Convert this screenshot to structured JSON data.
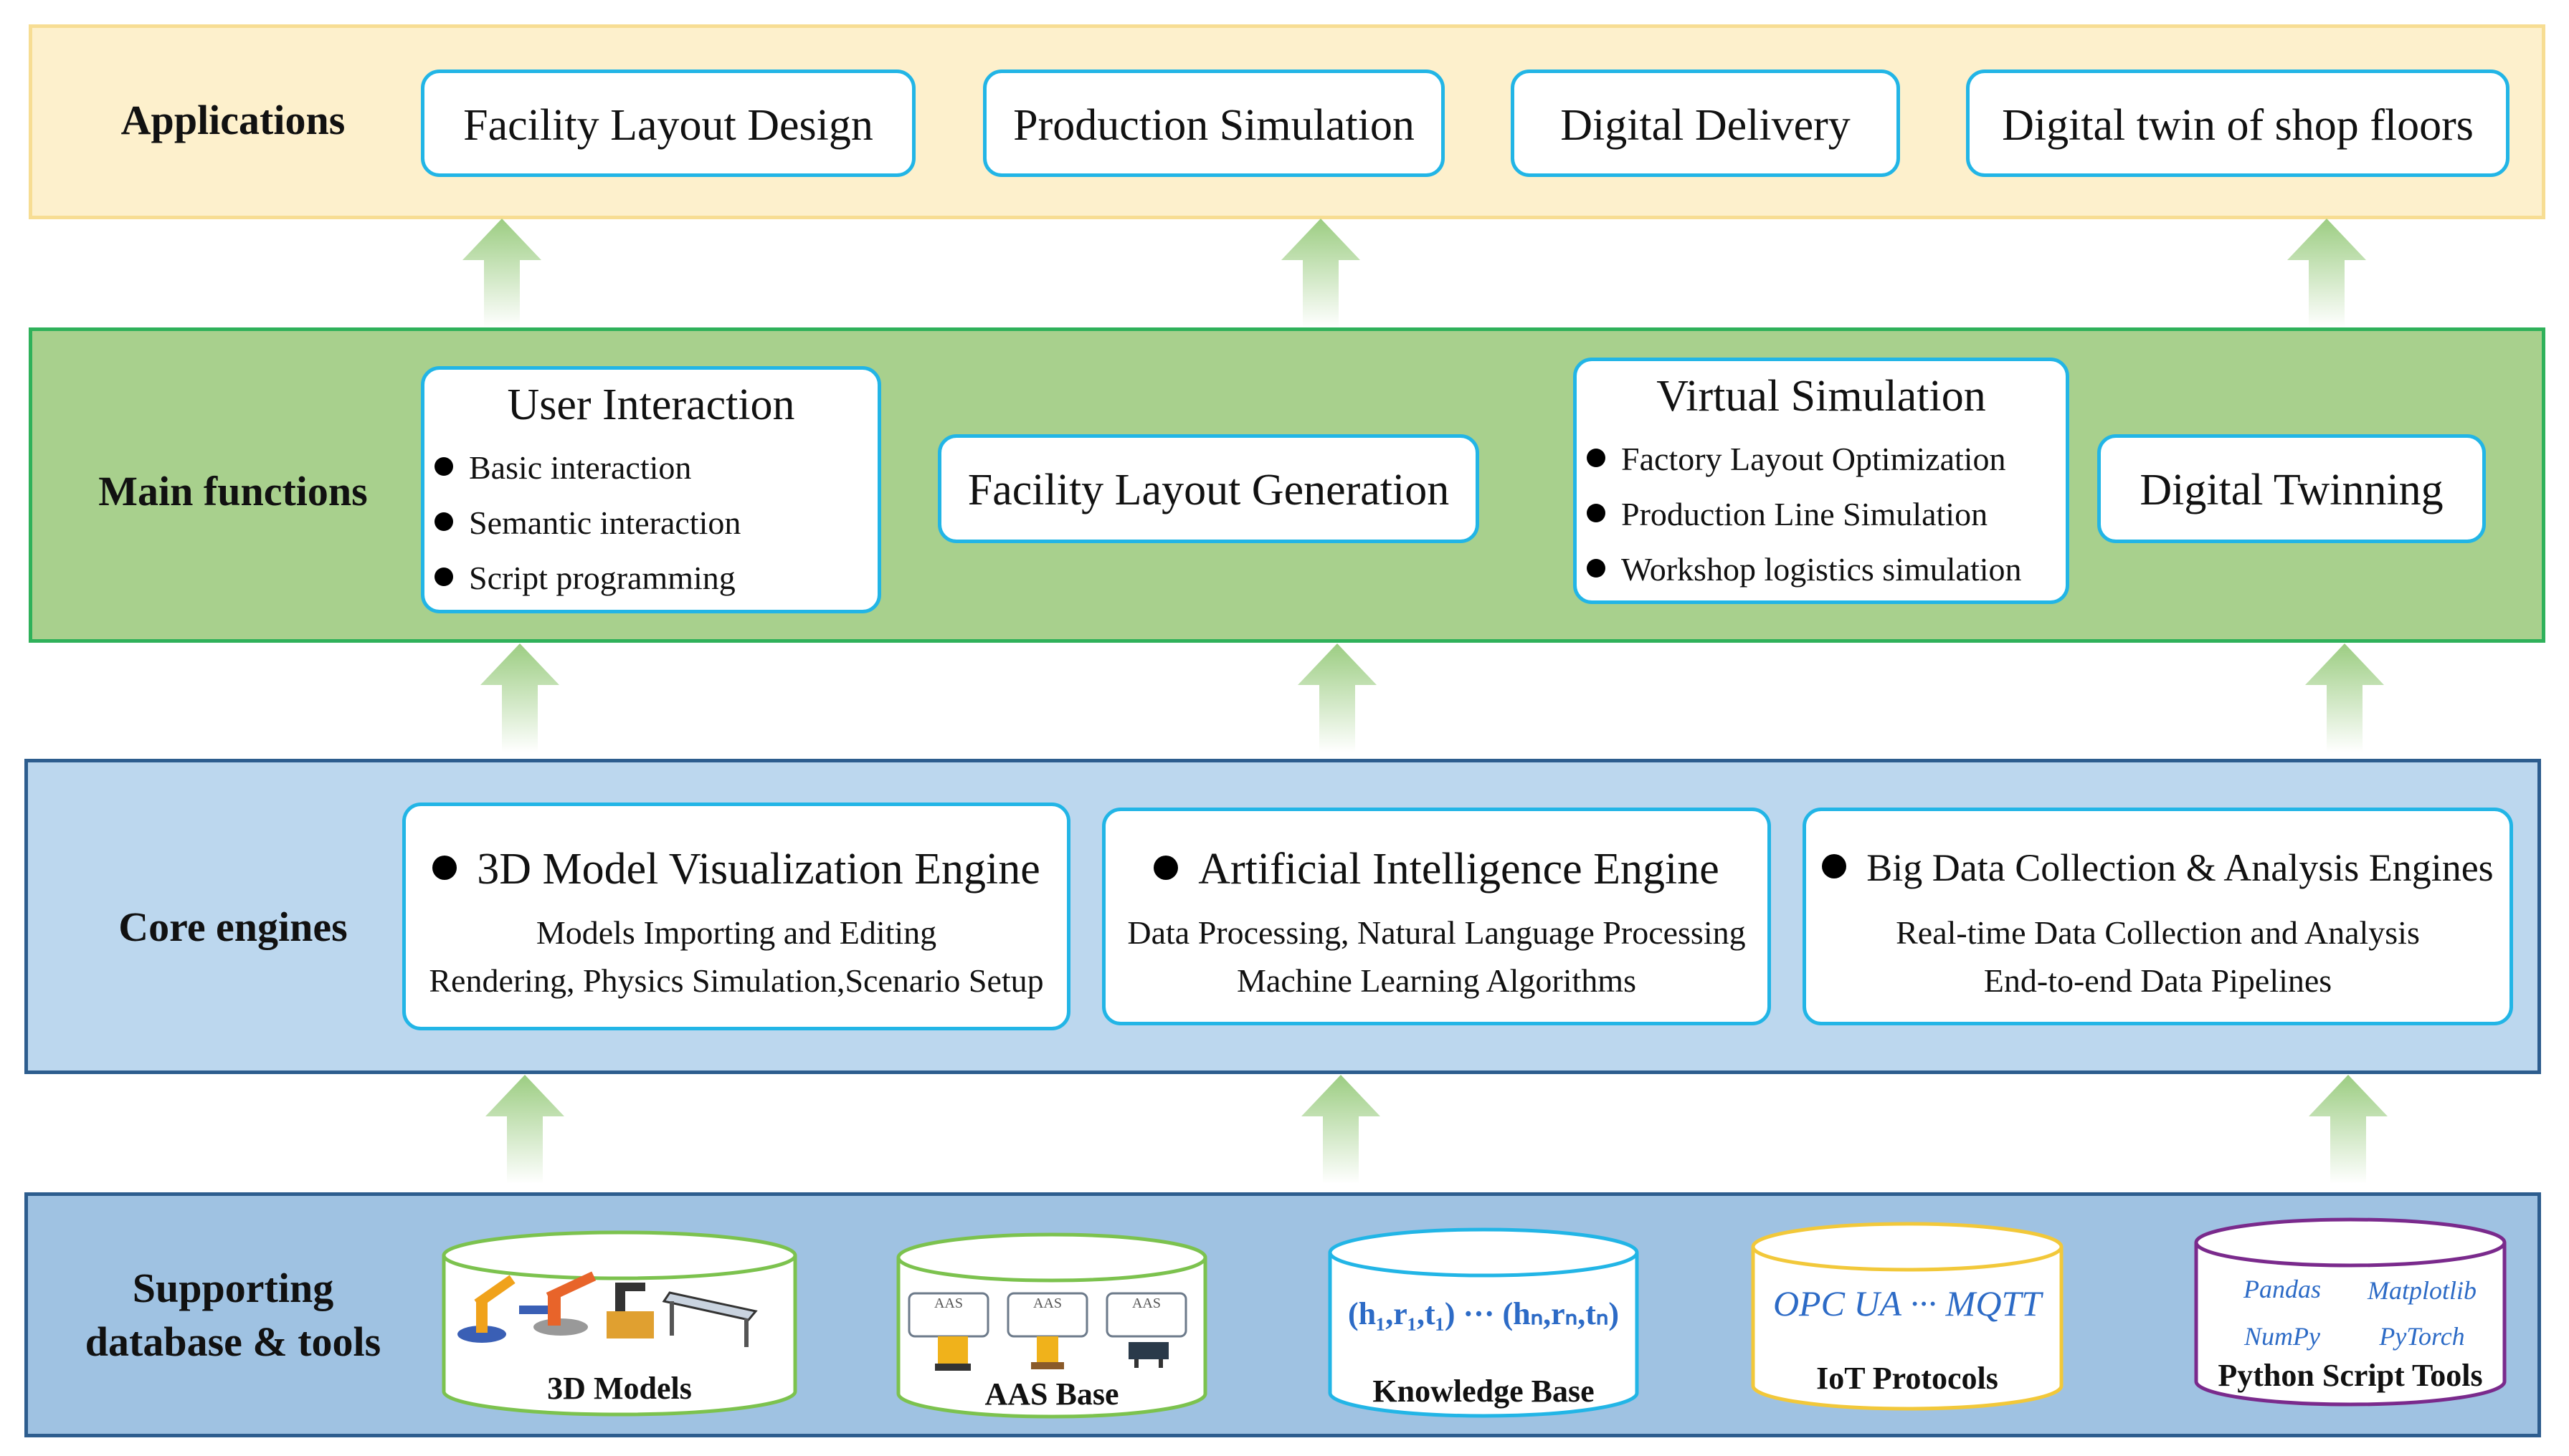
{
  "layers": {
    "applications": {
      "label": "Applications",
      "items": [
        "Facility Layout Design",
        "Production Simulation",
        "Digital Delivery",
        "Digital twin of shop floors"
      ]
    },
    "main_functions": {
      "label": "Main functions",
      "user_interaction": {
        "title": "User Interaction",
        "bullets": [
          "Basic interaction",
          "Semantic interaction",
          "Script programming"
        ]
      },
      "facility_layout_generation": "Facility Layout Generation",
      "virtual_simulation": {
        "title": "Virtual Simulation",
        "bullets": [
          "Factory Layout Optimization",
          "Production Line Simulation",
          "Workshop logistics simulation"
        ]
      },
      "digital_twinning": "Digital Twinning"
    },
    "core_engines": {
      "label": "Core engines",
      "engines": [
        {
          "title": "3D Model Visualization Engine",
          "lines": [
            "Models Importing and Editing",
            "Rendering, Physics Simulation,Scenario Setup"
          ]
        },
        {
          "title": "Artificial Intelligence Engine",
          "lines": [
            "Data Processing, Natural Language Processing",
            "Machine Learning Algorithms"
          ]
        },
        {
          "title": "Big Data Collection & Analysis Engines",
          "lines": [
            "Real-time Data Collection and Analysis",
            "End-to-end Data Pipelines"
          ]
        }
      ]
    },
    "supporting": {
      "label_line1": "Supporting",
      "label_line2": "database & tools",
      "items": [
        {
          "label": "3D Models"
        },
        {
          "label": "AAS Base",
          "tag": "AAS"
        },
        {
          "label": "Knowledge Base",
          "formula": "(h₁,r₁,t₁) ··· (hₙ,rₙ,tₙ)"
        },
        {
          "label": "IoT Protocols",
          "protocols": "OPC UA ··· MQTT"
        },
        {
          "label": "Python Script Tools",
          "libs": [
            "Pandas",
            "Matplotlib",
            "NumPy",
            "PyTorch"
          ]
        }
      ]
    }
  },
  "colors": {
    "applications_fill": "#fdf0cc",
    "main_fill": "#a8d08d",
    "core_fill": "#bcd7ee",
    "supporting_fill": "#9fc2e2",
    "box_border": "#22b5e6",
    "arrow": "#b5d9a0"
  }
}
